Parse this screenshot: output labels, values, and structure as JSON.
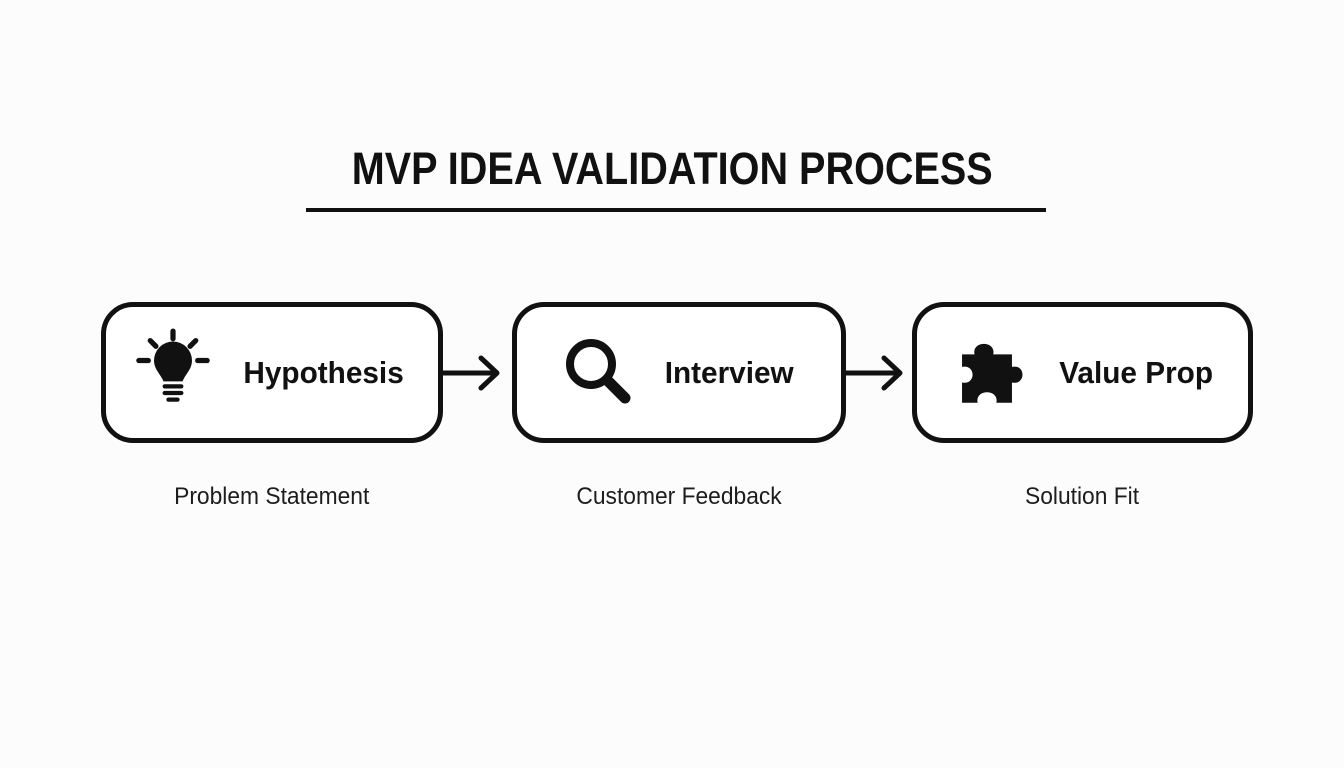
{
  "title": "MVP IDEA VALIDATION PROCESS",
  "steps": [
    {
      "label": "Hypothesis",
      "icon": "lightbulb-icon",
      "sublabel": "Problem Statement"
    },
    {
      "label": "Interview",
      "icon": "magnifier-icon",
      "sublabel": "Customer Feedback"
    },
    {
      "label": "Value Prop",
      "icon": "puzzle-icon",
      "sublabel": "Solution Fit"
    }
  ],
  "colors": {
    "ink": "#111111",
    "background": "#fcfcfc",
    "box_fill": "#ffffff"
  }
}
